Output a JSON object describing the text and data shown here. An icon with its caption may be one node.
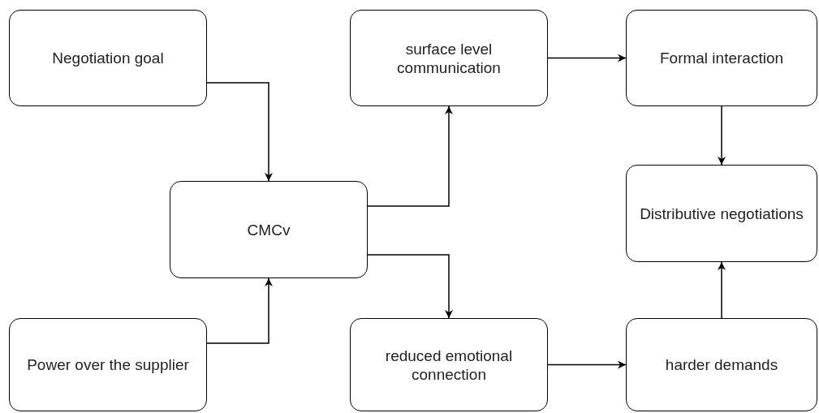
{
  "diagram": {
    "nodes": [
      {
        "text": [
          "Negotiation goal"
        ]
      },
      {
        "text": [
          "Power over the supplier"
        ]
      },
      {
        "text": [
          "CMCv"
        ]
      },
      {
        "text": [
          "surface level communication"
        ]
      },
      {
        "text": [
          "Formal interaction"
        ]
      },
      {
        "text": [
          "Distributive negotiations"
        ]
      },
      {
        "text": [
          "reduced emotional connection"
        ]
      },
      {
        "text": [
          "harder demands"
        ]
      }
    ],
    "edges": [
      {
        "from": 0,
        "to": 2,
        "arrow": "to"
      },
      {
        "from": 1,
        "to": 2,
        "arrow": "to"
      },
      {
        "from": 2,
        "to": 3,
        "arrow": "to"
      },
      {
        "from": 2,
        "to": 6,
        "arrow": "to"
      },
      {
        "from": 3,
        "to": 4,
        "arrow": "to"
      },
      {
        "from": 4,
        "to": 5,
        "arrow": "to"
      },
      {
        "from": 6,
        "to": 7,
        "arrow": "to"
      },
      {
        "from": 7,
        "to": 5,
        "arrow": "to"
      }
    ]
  }
}
